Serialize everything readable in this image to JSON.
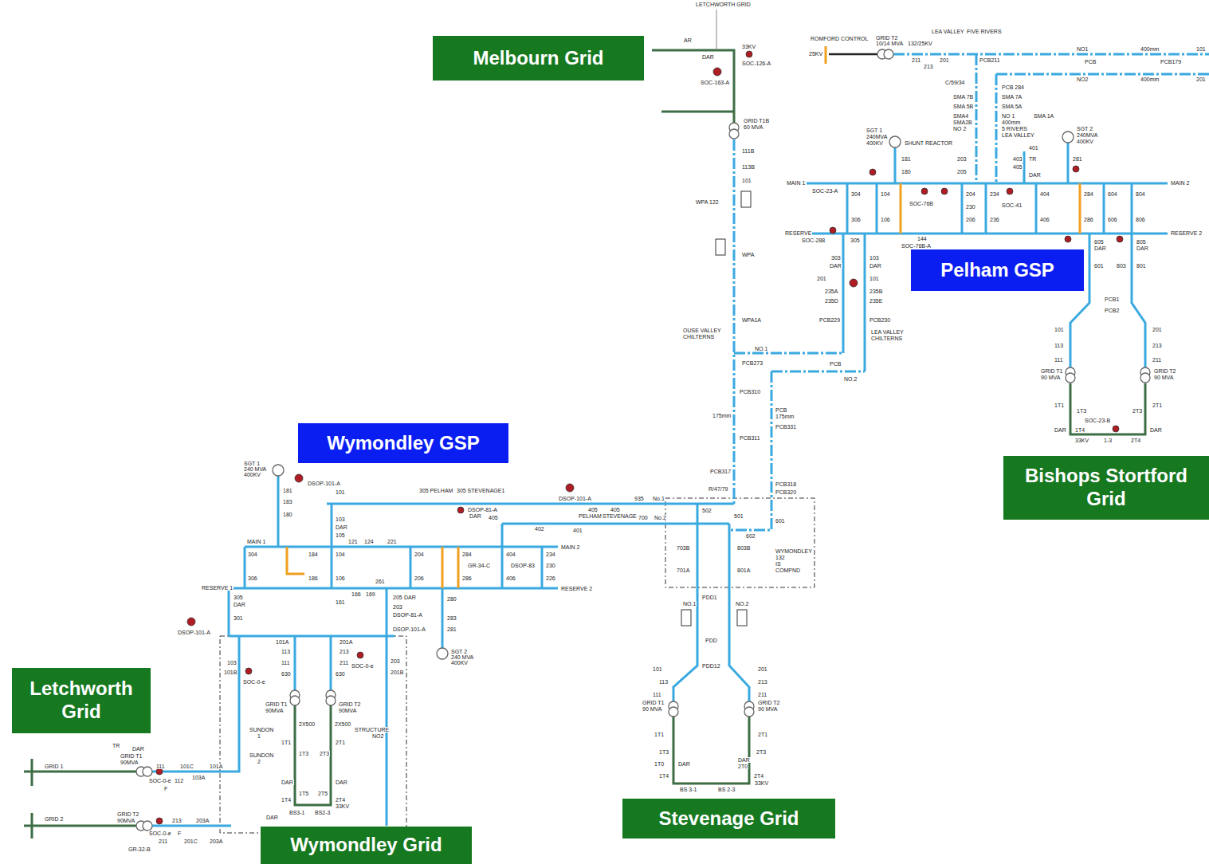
{
  "diagram": {
    "nodes": [
      {
        "text": [
          "Melbourn Grid"
        ]
      },
      {
        "text": [
          "Pelham GSP"
        ]
      },
      {
        "text": [
          "Wymondley GSP"
        ]
      },
      {
        "text": [
          "Bishops Stortford Grid"
        ]
      },
      {
        "text": [
          "Letchworth Grid"
        ]
      },
      {
        "text": [
          "Stevenage Grid"
        ]
      },
      {
        "text": [
          "Wymondley Grid"
        ]
      }
    ],
    "labels": [
      "LETCHWORTH GRID",
      "AR",
      "33KV",
      "DAR",
      "SOC-126-A",
      "SOC-163-A",
      "GRID T1B",
      "60 MVA",
      "111B",
      "113B",
      "101",
      "WPA 122",
      "WPA",
      "WPA1A",
      "OUSE VALLEY",
      "CHILTERNS",
      "NO.1",
      "PCB273",
      "PCB",
      "NO.2",
      "LEA VALLEY",
      "CHILTERNS",
      "PCB310",
      "175mm",
      "PCB",
      "175mm",
      "PCB331",
      "PCB311",
      "PCB317",
      "R/47/79",
      "PCB318",
      "PCB320",
      "502",
      "501",
      "602",
      "601",
      "WYMONDLEY",
      "132",
      "IS",
      "COMPND",
      "703B",
      "701A",
      "803B",
      "801A",
      "NO.1",
      "NO.2",
      "PDD1",
      "PDD",
      "PDD12",
      "101",
      "201",
      "113",
      "213",
      "111",
      "211",
      "GRID T1",
      "90 MVA",
      "GRID T2",
      "90 MVA",
      "1T1",
      "2T1",
      "1T3",
      "2T3",
      "1T0",
      "DAR",
      "DAR",
      "2T0",
      "1T4",
      "2T4",
      "33KV",
      "BS 3-1",
      "BS 2-3",
      "LEA VALLEY",
      "FIVE RIVERS",
      "ROMFORD CONTROL",
      "25KV",
      "GRID T2",
      "10/14 MVA",
      "132/25KV",
      "211",
      "201",
      "213",
      "PCB211",
      "NO1",
      "PCB",
      "400mm",
      "PCB179",
      "NO2",
      "400mm",
      "101",
      "201",
      "C/59/34",
      "PCB 284",
      "SMA 7B",
      "SMA 7A",
      "SMA 5B",
      "SMA 5A",
      "SMA4",
      "SMA2B",
      "NO 2",
      "NO 1",
      "400mm",
      "5 RIVERS",
      "LEA VALLEY",
      "SMA 1A",
      "SHUNT REACTOR",
      "SGT 1",
      "240MVA",
      "400KV",
      "SGT 2",
      "240MVA",
      "400KV",
      "181",
      "180",
      "203",
      "205",
      "401",
      "TR",
      "403",
      "405",
      "DAR",
      "281",
      "MAIN 1",
      "MAIN 2",
      "RESERVE",
      "RESERVE 2",
      "304",
      "306",
      "104",
      "106",
      "204",
      "206",
      "234",
      "236",
      "230",
      "404",
      "406",
      "284",
      "286",
      "604",
      "606",
      "804",
      "806",
      "SOC-23-A",
      "SOC-76B",
      "SOC-41",
      "SOC-288",
      "305",
      "144",
      "SOC-76B-A",
      "303",
      "103",
      "DAR",
      "201",
      "DAR",
      "101",
      "235A",
      "235D",
      "235B",
      "235E",
      "PCB229",
      "PCB230",
      "605",
      "805",
      "DAR",
      "DAR",
      "601",
      "803",
      "801",
      "PCB1",
      "PCB2",
      "101",
      "201",
      "113",
      "213",
      "111",
      "211",
      "GRID T1",
      "90 MVA",
      "GRID T2",
      "90 MVA",
      "1T1",
      "2T1",
      "1T3",
      "2T3",
      "SOC-23-B",
      "DAR",
      "DAR",
      "1T4",
      "1-3",
      "2T4",
      "33KV",
      "SGT 1",
      "240 MVA",
      "400KV",
      "DSOP-101-A",
      "101",
      "181",
      "183",
      "180",
      "103",
      "DAR",
      "105",
      "305 PELHAM",
      "305 STEVENAGE1",
      "DSOP-101-A",
      "935",
      "No.1",
      "DSOP-81-A",
      "DAR",
      "405",
      "405",
      "405",
      "PELHAM",
      "STEVENAGE",
      "700",
      "No.2",
      "402",
      "401",
      "MAIN 1",
      "MAIN 2",
      "304",
      "306",
      "184",
      "186",
      "104",
      "106",
      "121",
      "124",
      "221",
      "204",
      "206",
      "284",
      "286",
      "404",
      "406",
      "234",
      "230",
      "226",
      "DSOP-83",
      "GR-34-C",
      "RESERVE 1",
      "RESERVE 2",
      "166",
      "169",
      "261",
      "161",
      "305",
      "DAR",
      "301",
      "DSOP-101-A",
      "205",
      "DAR",
      "203",
      "DSOP-81-A",
      "DSOP-101-A",
      "280",
      "283",
      "281",
      "SGT 2",
      "240 MVA",
      "400KV",
      "101A",
      "201A",
      "113",
      "213",
      "111",
      "211",
      "630",
      "630",
      "103",
      "101B",
      "SOC-0-e",
      "SOC-0-e",
      "203",
      "201B",
      "GRID T1",
      "90MVA",
      "GRID T2",
      "90MVA",
      "2X500",
      "2X500",
      "1T1",
      "2T1",
      "1T3",
      "2T3",
      "SUNDON",
      "1",
      "SUNDON",
      "2",
      "STRUCTURE",
      "NO2",
      "DAR",
      "DAR",
      "1T5",
      "2T5",
      "1T4",
      "2T4",
      "33KV",
      "BS3-1",
      "BS2-3",
      "DAR",
      "TR",
      "DAR",
      "111",
      "101C",
      "101A",
      "103A",
      "GRID 1",
      "GRID T1",
      "90MVA",
      "SOC-0-e",
      "112",
      "F",
      "GRID 2",
      "GRID T2",
      "90MVA",
      "213",
      "SOC-0-e",
      "F",
      "211",
      "201C",
      "203A",
      "203A",
      "GR-32-B"
    ]
  }
}
